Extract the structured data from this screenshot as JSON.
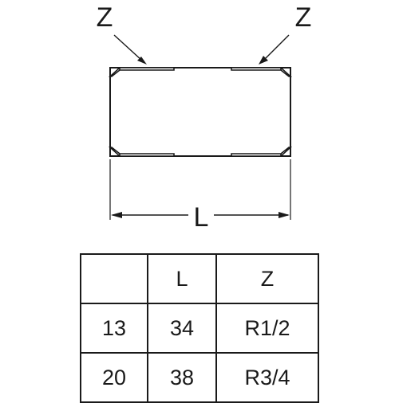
{
  "drawing": {
    "thread_label_left": "Z",
    "thread_label_right": "Z",
    "length_label": "L"
  },
  "table": {
    "headers": [
      "",
      "L",
      "Z"
    ],
    "rows": [
      [
        "13",
        "34",
        "R1/2"
      ],
      [
        "20",
        "38",
        "R3/4"
      ]
    ]
  },
  "colors": {
    "line": "#1a1a1a",
    "background": "#ffffff"
  }
}
